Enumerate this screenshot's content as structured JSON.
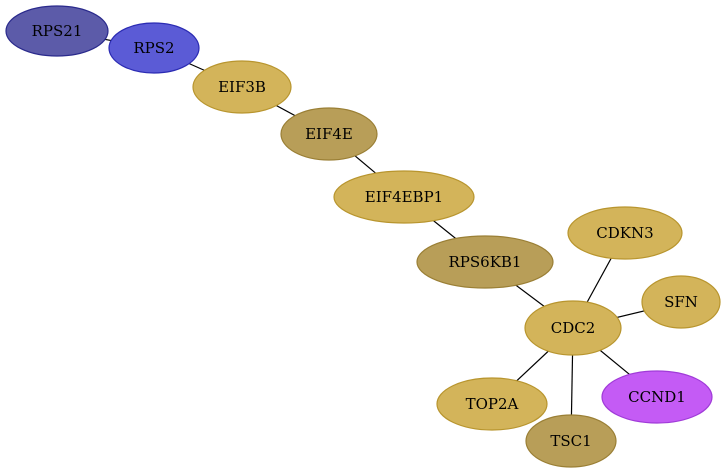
{
  "graph": {
    "nodes": [
      {
        "id": "RPS21",
        "label": "RPS21",
        "fill": "#5c5ba9",
        "stroke": "#2a2a8c"
      },
      {
        "id": "RPS2",
        "label": "RPS2",
        "fill": "#5b5bd6",
        "stroke": "#2b2bb3"
      },
      {
        "id": "EIF3B",
        "label": "EIF3B",
        "fill": "#d3b45a",
        "stroke": "#b8952e"
      },
      {
        "id": "EIF4E",
        "label": "EIF4E",
        "fill": "#b89e58",
        "stroke": "#9a7f35"
      },
      {
        "id": "EIF4EBP1",
        "label": "EIF4EBP1",
        "fill": "#d3b45a",
        "stroke": "#b8952e"
      },
      {
        "id": "RPS6KB1",
        "label": "RPS6KB1",
        "fill": "#b89e58",
        "stroke": "#9a7f35"
      },
      {
        "id": "CDKN3",
        "label": "CDKN3",
        "fill": "#d3b45a",
        "stroke": "#b8952e"
      },
      {
        "id": "SFN",
        "label": "SFN",
        "fill": "#d3b45a",
        "stroke": "#b8952e"
      },
      {
        "id": "CDC2",
        "label": "CDC2",
        "fill": "#d3b45a",
        "stroke": "#b8952e"
      },
      {
        "id": "TOP2A",
        "label": "TOP2A",
        "fill": "#d3b45a",
        "stroke": "#b8952e"
      },
      {
        "id": "CCND1",
        "label": "CCND1",
        "fill": "#c45bf5",
        "stroke": "#a03bd8"
      },
      {
        "id": "TSC1",
        "label": "TSC1",
        "fill": "#b89e58",
        "stroke": "#9a7f35"
      }
    ],
    "edges": [
      [
        "RPS21",
        "RPS2"
      ],
      [
        "RPS2",
        "EIF3B"
      ],
      [
        "EIF3B",
        "EIF4E"
      ],
      [
        "EIF4E",
        "EIF4EBP1"
      ],
      [
        "EIF4EBP1",
        "RPS6KB1"
      ],
      [
        "RPS6KB1",
        "CDC2"
      ],
      [
        "CDKN3",
        "CDC2"
      ],
      [
        "SFN",
        "CDC2"
      ],
      [
        "CDC2",
        "TOP2A"
      ],
      [
        "CDC2",
        "CCND1"
      ],
      [
        "CDC2",
        "TSC1"
      ]
    ]
  }
}
